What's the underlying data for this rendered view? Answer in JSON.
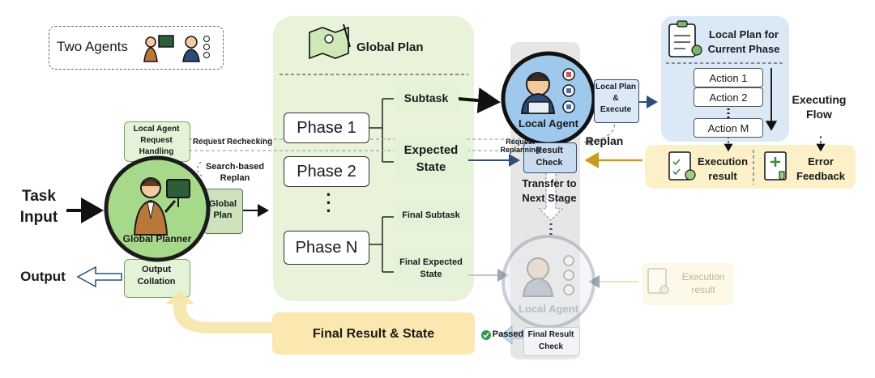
{
  "legend": {
    "label": "Two Agents"
  },
  "global_plan": {
    "title": "Global Plan",
    "phases": [
      "Phase 1",
      "Phase 2",
      "Phase N"
    ],
    "subtask": "Subtask",
    "expected_state_1": "Expected",
    "expected_state_2": "State",
    "final_subtask": "Final Subtask",
    "final_expected_1": "Final Expected",
    "final_expected_2": "State"
  },
  "global_planner": {
    "name": "Global Planner",
    "task_input_1": "Task",
    "task_input_2": "Input",
    "output": "Output",
    "request_handling": [
      "Local Agent",
      "Request",
      "Handling"
    ],
    "search_replan": [
      "Search-based",
      "Replan"
    ],
    "global_plan_box": [
      "Global",
      "Plan"
    ],
    "output_collation": [
      "Output",
      "Collation"
    ],
    "request_rechecking": "Request Rechecking"
  },
  "local_agent": {
    "name": "Local Agent",
    "name_faded": "Local Agent",
    "local_plan_execute": [
      "Local Plan",
      "&",
      "Execute"
    ],
    "result_check": [
      "Result",
      "Check"
    ],
    "request_replanning": [
      "Request",
      "Replanning"
    ],
    "replan": "Replan",
    "transfer": [
      "Transfer to",
      "Next Stage"
    ],
    "final_result_check": [
      "Final Result",
      "Check"
    ],
    "passed": "Passed"
  },
  "local_plan": {
    "title": [
      "Local Plan for",
      "Current Phase"
    ],
    "actions": [
      "Action 1",
      "Action 2",
      "Action M"
    ],
    "executing_flow": [
      "Executing",
      "Flow"
    ]
  },
  "feedback": {
    "execution_result": [
      "Execution",
      "result"
    ],
    "error_feedback": [
      "Error",
      "Feedback"
    ],
    "execution_result_faded": [
      "Execution",
      "result"
    ]
  },
  "final_result": {
    "label": "Final Result & State"
  },
  "colors": {
    "green_panel": "#e8f3da",
    "blue_panel": "#dbe9f7",
    "yellow_panel": "#fbf0c8",
    "gray_column": "#e6e6e6",
    "navy_arrow": "#2e4f78",
    "gold_arrow": "#c99a1e"
  }
}
